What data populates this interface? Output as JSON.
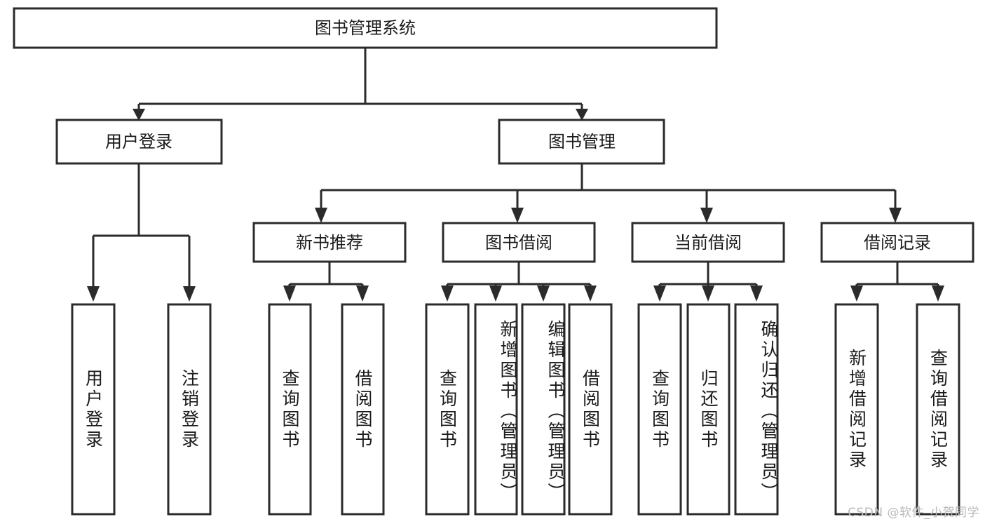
{
  "diagram": {
    "type": "tree-hierarchy-chart",
    "title": "图书管理系统",
    "colors": {
      "background": "#ffffff",
      "box_fill": "#ffffff",
      "box_stroke": "#2b2b2b",
      "edge": "#2b2b2b",
      "text": "#1a1a1a",
      "watermark": "#b9b9b9"
    },
    "root": {
      "label": "图书管理系统",
      "orientation": "horizontal"
    },
    "level2": [
      {
        "id": "user-login",
        "label": "用户登录",
        "orientation": "horizontal"
      },
      {
        "id": "book-manage",
        "label": "图书管理",
        "orientation": "horizontal"
      }
    ],
    "level3": [
      {
        "id": "new-book-recommend",
        "label": "新书推荐",
        "orientation": "horizontal",
        "parent": "book-manage"
      },
      {
        "id": "book-borrow",
        "label": "图书借阅",
        "orientation": "horizontal",
        "parent": "book-manage"
      },
      {
        "id": "current-borrow",
        "label": "当前借阅",
        "orientation": "horizontal",
        "parent": "book-manage"
      },
      {
        "id": "borrow-record",
        "label": "借阅记录",
        "orientation": "horizontal",
        "parent": "book-manage"
      }
    ],
    "leaves": [
      {
        "id": "leaf-user-login",
        "label": "用户登录",
        "parent": "user-login",
        "orientation": "vertical"
      },
      {
        "id": "leaf-logout-login",
        "label": "注销登录",
        "parent": "user-login",
        "orientation": "vertical"
      },
      {
        "id": "leaf-query-book-1",
        "label": "查询图书",
        "parent": "new-book-recommend",
        "orientation": "vertical"
      },
      {
        "id": "leaf-borrow-book-1",
        "label": "借阅图书",
        "parent": "new-book-recommend",
        "orientation": "vertical"
      },
      {
        "id": "leaf-query-book-2",
        "label": "查询图书",
        "parent": "book-borrow",
        "orientation": "vertical"
      },
      {
        "id": "leaf-add-book",
        "label": "新增图书（管理员）",
        "parent": "book-borrow",
        "orientation": "vertical"
      },
      {
        "id": "leaf-edit-book",
        "label": "编辑图书（管理员）",
        "parent": "book-borrow",
        "orientation": "vertical"
      },
      {
        "id": "leaf-borrow-book-2",
        "label": "借阅图书",
        "parent": "book-borrow",
        "orientation": "vertical"
      },
      {
        "id": "leaf-query-book-3",
        "label": "查询图书",
        "parent": "current-borrow",
        "orientation": "vertical"
      },
      {
        "id": "leaf-return-book",
        "label": "归还图书",
        "parent": "current-borrow",
        "orientation": "vertical"
      },
      {
        "id": "leaf-confirm-return",
        "label": "确认归还（管理员）",
        "parent": "current-borrow",
        "orientation": "vertical"
      },
      {
        "id": "leaf-add-record",
        "label": "新增借阅记录",
        "parent": "borrow-record",
        "orientation": "vertical"
      },
      {
        "id": "leaf-query-record",
        "label": "查询借阅记录",
        "parent": "borrow-record",
        "orientation": "vertical"
      }
    ]
  },
  "watermark": {
    "text": "CSDN @软件_小贺同学"
  }
}
